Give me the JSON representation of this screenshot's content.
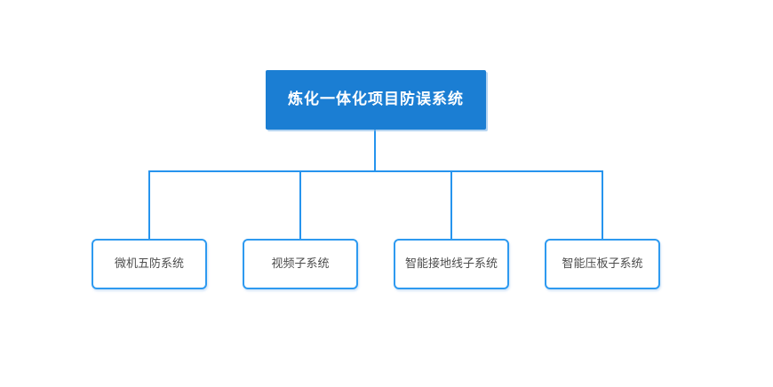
{
  "diagram": {
    "root": {
      "label": "炼化一体化项目防误系统"
    },
    "children": [
      {
        "label": "微机五防系统"
      },
      {
        "label": "视频子系统"
      },
      {
        "label": "智能接地线子系统"
      },
      {
        "label": "智能压板子系统"
      }
    ],
    "colors": {
      "root_fill": "#1b7ed3",
      "root_text": "#ffffff",
      "connector_line": "#2694ee",
      "child_border": "#2e9af0",
      "child_text": "#4d4d4d",
      "background": "#ffffff"
    }
  }
}
